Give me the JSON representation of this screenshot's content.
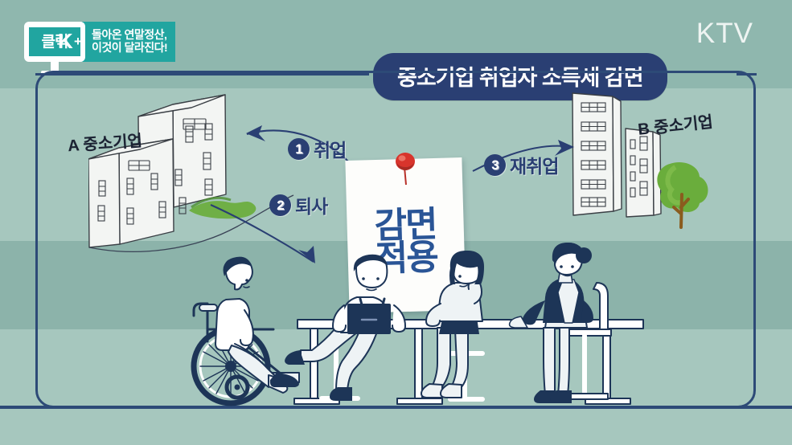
{
  "broadcast": {
    "channel_watermark": "KTV",
    "program_logo": {
      "mark_main": "클릭",
      "mark_k": "K",
      "mark_plus": "+",
      "tagline_line1": "돌아온 연말정산,",
      "tagline_line2": "이것이 달라진다!"
    }
  },
  "header": {
    "title": "중소기업 취업자 소득세 감면"
  },
  "diagram": {
    "left_company_label": "A 중소기업",
    "right_company_label": "B 중소기업",
    "poster": {
      "line1": "감면",
      "line2": "적용",
      "pin": "red-pushpin"
    },
    "steps": [
      {
        "number": "1",
        "label": "취업"
      },
      {
        "number": "2",
        "label": "퇴사"
      },
      {
        "number": "3",
        "label": "재취업"
      }
    ]
  },
  "colors": {
    "background_upper": "#8fb7ae",
    "background_mid": "#a6c7be",
    "accent_navy": "#2a3f73",
    "logo_teal": "#21a5a0",
    "poster_blue": "#2a5596",
    "pin_red": "#d8342c",
    "tree_green": "#6aad3c"
  }
}
